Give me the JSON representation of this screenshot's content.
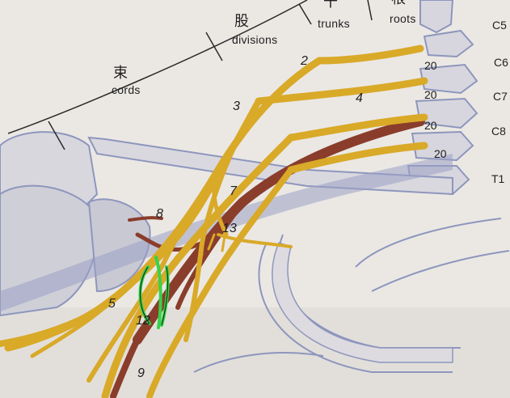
{
  "header": {
    "cords_char": "束",
    "cords": "cords",
    "divisions_char": "股",
    "divisions": "divisions",
    "trunks_char": "干",
    "trunks": "trunks",
    "roots_char": "根",
    "roots": "roots"
  },
  "segments": [
    "C5",
    "C6",
    "C7",
    "C8",
    "T1"
  ],
  "root_labels": [
    "20",
    "20",
    "20",
    "20"
  ],
  "numbers": {
    "n2": "2",
    "n3": "3",
    "n4": "4",
    "n5": "5",
    "n7": "7",
    "n8": "8",
    "n9": "9",
    "n12": "12",
    "n13": "13"
  },
  "colors": {
    "paper": "#e9e6e2",
    "nerve": "#d9a928",
    "artery": "#8a3d2b",
    "bone": "#d6d3d8",
    "vein": "#7f88b8",
    "highlight": "#38d14a"
  }
}
